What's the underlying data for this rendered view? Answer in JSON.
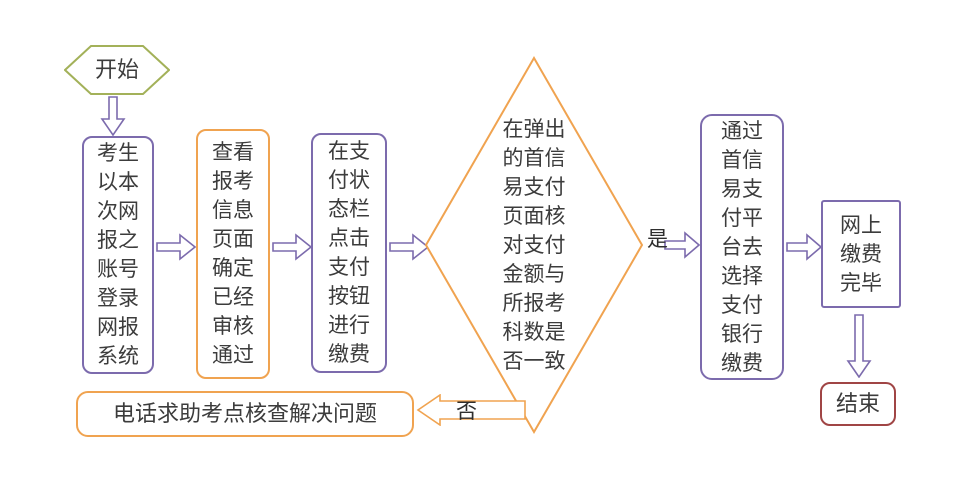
{
  "nodes": {
    "start": {
      "label": "开始"
    },
    "login": {
      "label": "考生以本次网报之账号登录网报系统"
    },
    "check_info": {
      "label": "查看报考信息页面确定已经审核通过"
    },
    "click_pay": {
      "label": "在支付状态栏点击支付按钮进行缴费"
    },
    "verify": {
      "label": "在弹出的首信易支付页面核对支付金额与所报考科数是否一致"
    },
    "choose_bank": {
      "label": "通过首信易支付平台去选择支付银行缴费"
    },
    "pay_done": {
      "label": "网上缴费完毕"
    },
    "end": {
      "label": "结束"
    },
    "phone_help": {
      "label": "电话求助考点核查解决问题"
    }
  },
  "edge_labels": {
    "yes": "是",
    "no": "否"
  },
  "colors": {
    "purple": "#7c6bad",
    "orange": "#f0a350",
    "green": "#a3b159",
    "red": "#a04545",
    "text": "#3c3c3c"
  }
}
